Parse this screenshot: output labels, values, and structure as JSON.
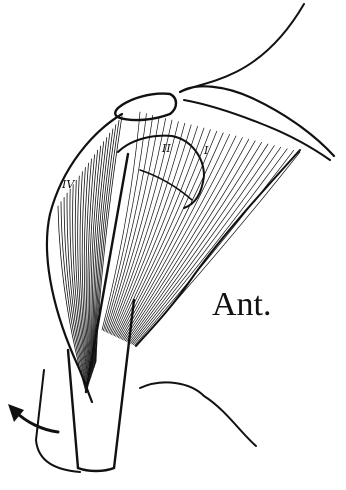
{
  "figure": {
    "side_label": "Ant.",
    "part_labels": [
      "IV",
      "II",
      "I"
    ],
    "arrow_icon": "curved-arrow-icon"
  }
}
